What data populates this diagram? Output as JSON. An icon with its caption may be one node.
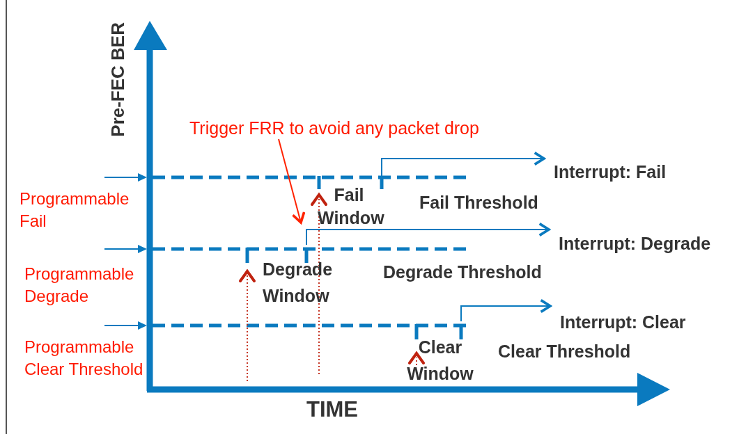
{
  "diagram": {
    "nodes": [
      {
        "text": [
          "Trigger FRR to avoid any packet drop"
        ]
      },
      {
        "text": [
          "Interrupt: Fail"
        ]
      },
      {
        "text": [
          "Interrupt: Degrade"
        ]
      },
      {
        "text": [
          "Interrupt: Clear"
        ]
      }
    ],
    "edges": [
      {
        "from": 0,
        "to": null,
        "arrow": "to",
        "color": "#ff2200"
      },
      {
        "from": null,
        "to": 1,
        "arrow": "to"
      },
      {
        "from": null,
        "to": 2,
        "arrow": "to"
      },
      {
        "from": null,
        "to": 3,
        "arrow": "to"
      }
    ],
    "labels": [
      "Pre-FEC BER",
      "Programmable Fail",
      "Fail Window",
      "Fail Threshold",
      "Programmable Degrade",
      "Degrade Window",
      "Degrade Threshold",
      "Programmable Clear Threshold",
      "Clear Window",
      "Clear Threshold",
      "TIME"
    ]
  }
}
